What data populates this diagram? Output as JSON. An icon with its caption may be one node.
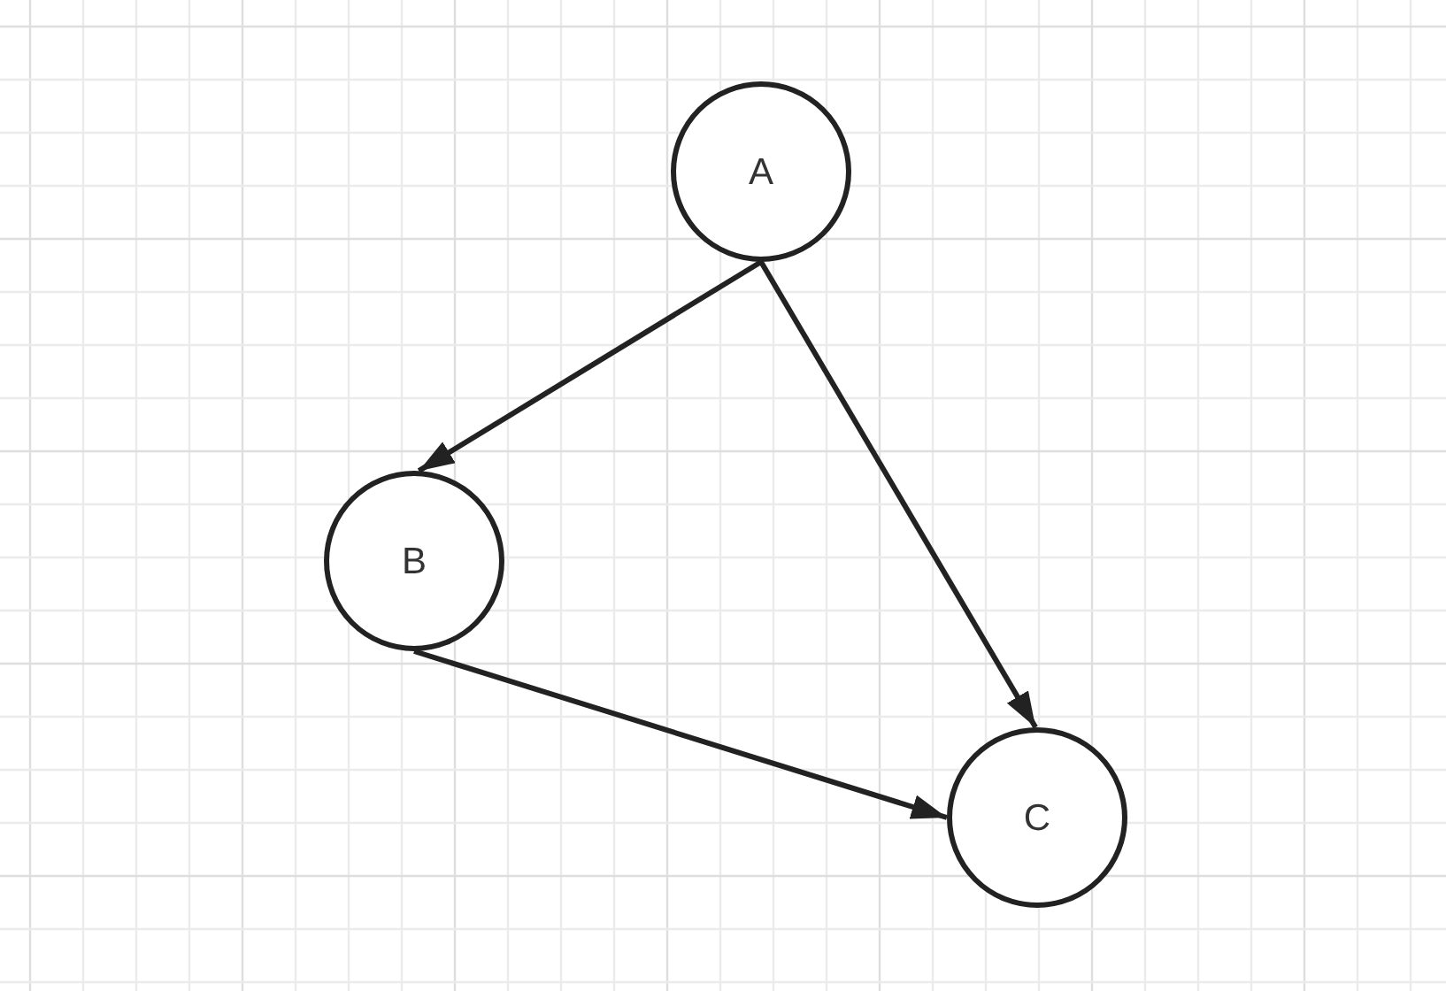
{
  "diagram": {
    "nodes": [
      {
        "text": [
          "A"
        ]
      },
      {
        "text": [
          "B"
        ]
      },
      {
        "text": [
          "C"
        ]
      }
    ],
    "edges": [
      {
        "from": 0,
        "to": 1,
        "arrow": "to"
      },
      {
        "from": 0,
        "to": 2,
        "arrow": "to"
      },
      {
        "from": 1,
        "to": 2,
        "arrow": "to"
      }
    ]
  }
}
